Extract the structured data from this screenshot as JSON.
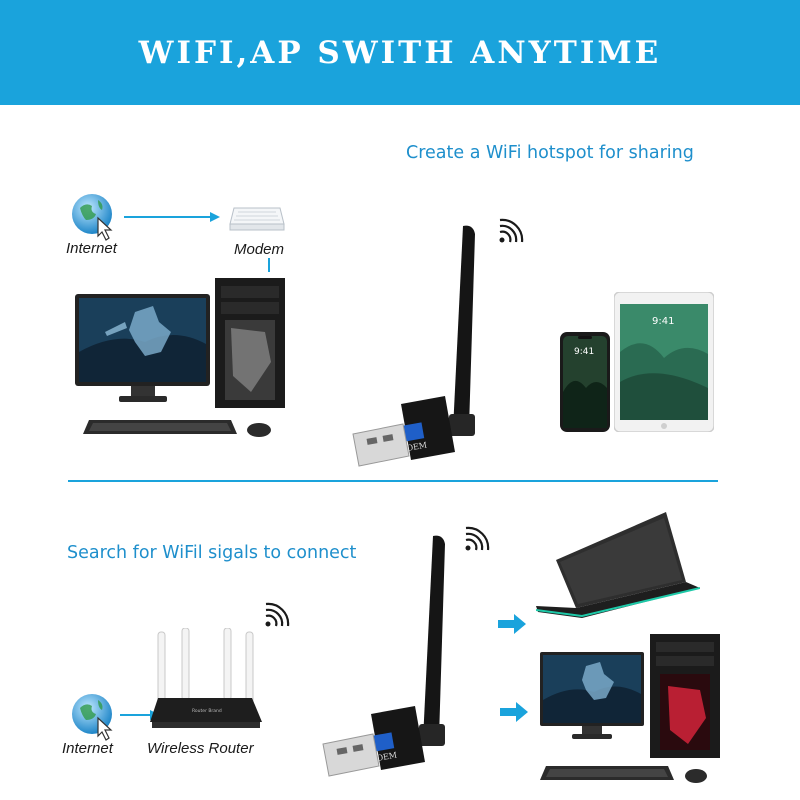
{
  "banner": {
    "title": "WIFI,AP SWITH ANYTIME"
  },
  "section_top": {
    "caption": "Create a WiFi hotspot for sharing",
    "internet_label": "Internet",
    "modem_label": "Modem",
    "phone_time": "9:41",
    "tablet_time": "9:41"
  },
  "section_bottom": {
    "caption": "Search for WiFil sigals to connect",
    "internet_label": "Internet",
    "router_label": "Wireless Router",
    "router_brand": "Router Brand"
  },
  "adapter": {
    "brand": "OEM"
  },
  "colors": {
    "accent": "#1aa3dc",
    "caption": "#1e8fcc"
  },
  "icons": [
    "globe-cursor-icon",
    "wifi-signal-icon",
    "arrow-icon"
  ]
}
